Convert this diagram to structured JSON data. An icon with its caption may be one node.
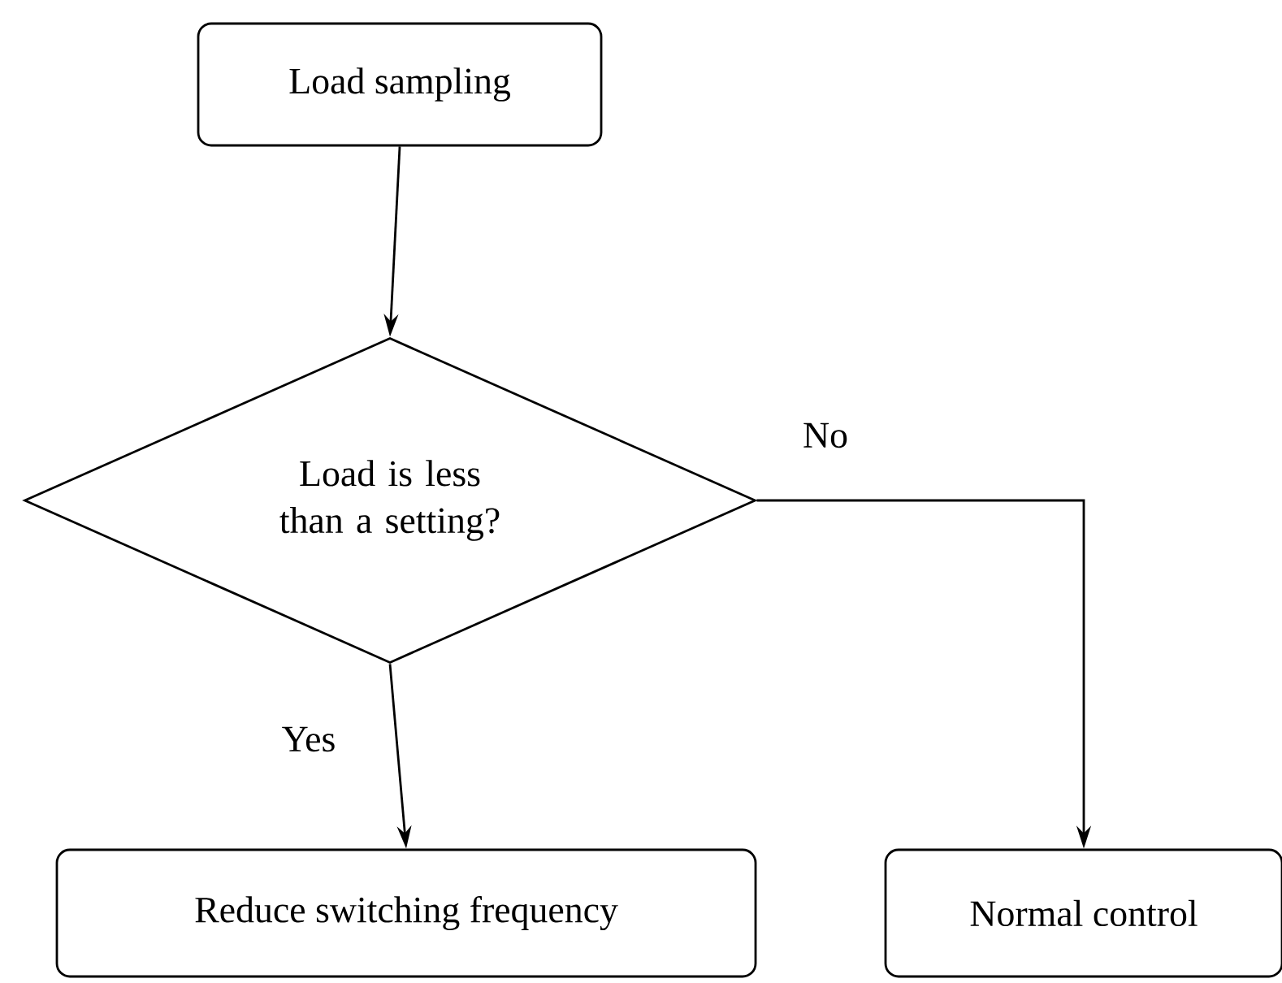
{
  "diagram": {
    "nodes": [
      {
        "text": [
          "Load sampling"
        ]
      },
      {
        "text": [
          "Load is less than a setting?"
        ]
      },
      {
        "text": [
          "Reduce switching frequency"
        ]
      },
      {
        "text": [
          "Normal control"
        ]
      }
    ],
    "edges": [
      {
        "from": 0,
        "to": 1,
        "arrow": "to"
      },
      {
        "from": 1,
        "to": 2,
        "arrow": "to",
        "label": "Yes"
      },
      {
        "from": 1,
        "to": 3,
        "arrow": "to",
        "label": "No"
      }
    ]
  }
}
